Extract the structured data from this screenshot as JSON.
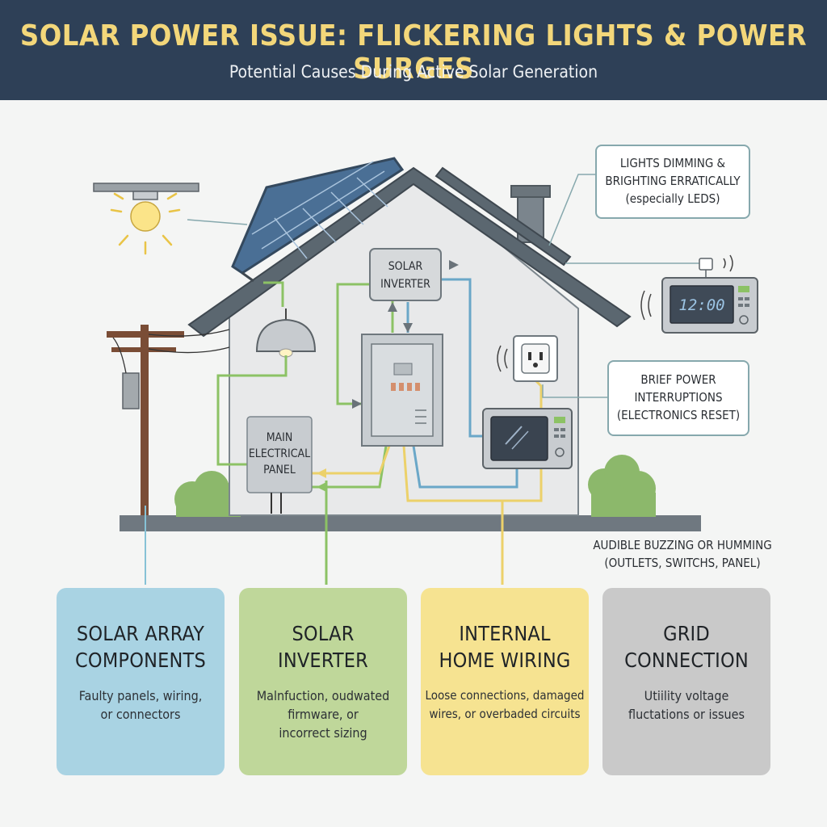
{
  "header": {
    "title": "SOLAR POWER ISSUE: FLICKERING LIGHTS & POWER SURGES",
    "subtitle": "Potential Causes During Active Solar Generation"
  },
  "diagram": {
    "inverter_label": [
      "SOLAR",
      "INVERTER"
    ],
    "main_panel_label": [
      "MAIN",
      "ELECTRICAL",
      "PANEL"
    ],
    "clock_display": "12:00"
  },
  "callouts": {
    "lights": [
      "LIGHTS DIMMING &",
      "BRIGHTING ERRATICALLY",
      "(especially LEDS)"
    ],
    "interruptions": [
      "BRIEF POWER",
      "INTERRUPTIONS",
      "(ELECTRONICS RESET)"
    ],
    "buzzing": [
      "AUDIBLE BUZZING OR HUMMING",
      "(OUTLETS, SWITCHS, PANEL)"
    ]
  },
  "cards": [
    {
      "title": [
        "SOLAR ARRAY",
        "COMPONENTS"
      ],
      "desc": [
        "Faulty panels, wiring,",
        "or connectors"
      ],
      "color": "#a9d3e3"
    },
    {
      "title": [
        "SOLAR",
        "INVERTER"
      ],
      "desc": [
        "Malnfuction, oudwated",
        "firmware, or",
        "incorrect sizing"
      ],
      "color": "#bfd79a"
    },
    {
      "title": [
        "INTERNAL",
        "HOME WIRING"
      ],
      "desc": [
        "Loose connections, damaged",
        "wires, or overbaded circuits"
      ],
      "color": "#f6e391"
    },
    {
      "title": [
        "GRID",
        "CONNECTION"
      ],
      "desc": [
        "Utiility voltage",
        "fluctations or issues"
      ],
      "color": "#c9c9c9"
    }
  ],
  "colors": {
    "header_bg": "#2e4057",
    "title": "#f3d77a",
    "wire_green": "#8cc265",
    "wire_blue": "#6aa7c8",
    "wire_yellow": "#ecd16a",
    "roof": "#5b6770"
  }
}
